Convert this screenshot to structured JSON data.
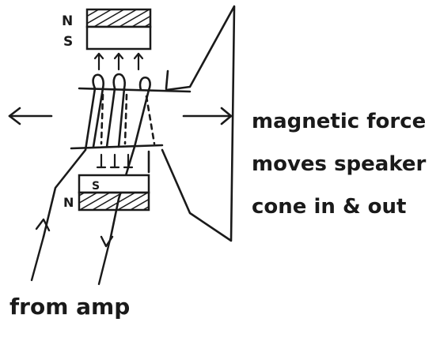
{
  "diagram": {
    "top_magnet": {
      "north_label": "N",
      "south_label": "S"
    },
    "bottom_magnet": {
      "north_label": "N",
      "south_label": "S"
    },
    "caption_lines": [
      "magnetic force",
      "moves speaker",
      "cone in & out"
    ],
    "input_label": "from amp",
    "ink_color": "#1a1a1a"
  }
}
